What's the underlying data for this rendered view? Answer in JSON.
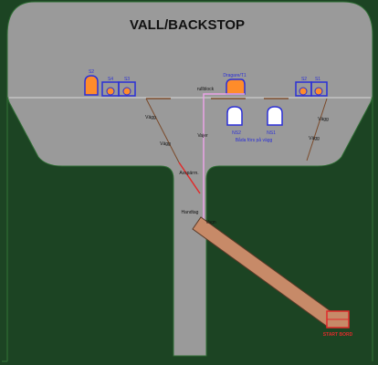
{
  "title": "VALL/BACKSTOP",
  "labels": {
    "rullblock": "rullblock",
    "vajer": "Vajer",
    "avsparrn": "Avspärrn.",
    "handtag": "Handtag",
    "vagn": "Vagn",
    "start_bord": "START BORD",
    "skis_note": "Båda förs på vägg"
  },
  "equipment": {
    "s2": "S2",
    "s4": "S4",
    "s3": "S3",
    "dragare": "Dragare/T1",
    "ns2": "NS2",
    "ns1": "NS1",
    "s2r": "S2",
    "s1": "S1"
  },
  "walls": [
    "Vägg",
    "Vägg",
    "Vägg",
    "Vägg"
  ],
  "colors": {
    "background": "#1c4423",
    "field": "#9a9a9a",
    "outline": "#2f6e34",
    "orange": "#ff8c2a",
    "blue": "#2b2fd6",
    "ramp": "#c78a68",
    "ramp_outline": "#5a3a28",
    "pink": "#e9a3e6",
    "red": "#e02b2b",
    "brown": "#7b4a2a"
  }
}
